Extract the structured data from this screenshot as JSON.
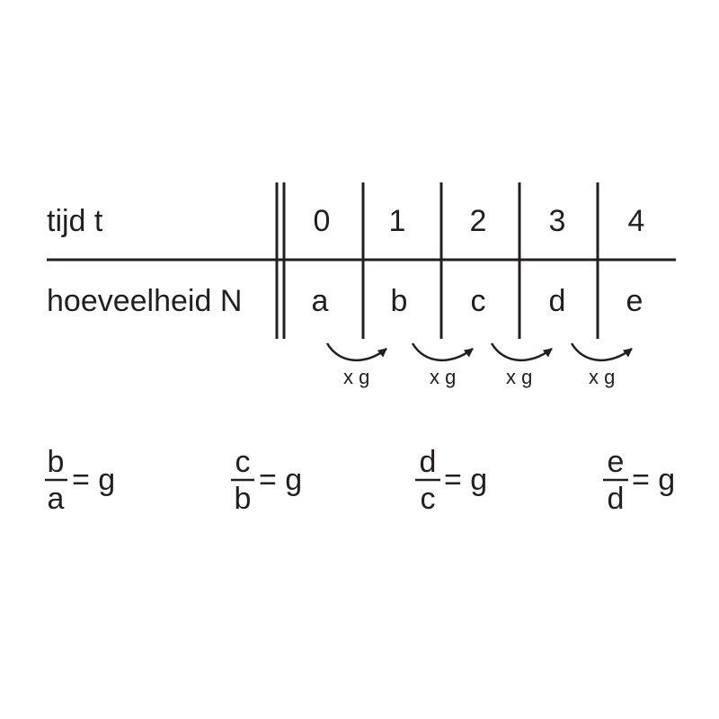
{
  "table": {
    "row_labels": {
      "time": "tijd t",
      "amount": "hoeveelheid N"
    },
    "times": [
      "0",
      "1",
      "2",
      "3",
      "4"
    ],
    "amounts": [
      "a",
      "b",
      "c",
      "d",
      "e"
    ],
    "step_label": "x g"
  },
  "formulas": [
    {
      "numerator": "b",
      "denominator": "a",
      "rhs": "= g"
    },
    {
      "numerator": "c",
      "denominator": "b",
      "rhs": "= g"
    },
    {
      "numerator": "d",
      "denominator": "c",
      "rhs": "= g"
    },
    {
      "numerator": "e",
      "denominator": "d",
      "rhs": "= g"
    }
  ],
  "colors": {
    "ink": "#231f20",
    "background": "#ffffff"
  }
}
